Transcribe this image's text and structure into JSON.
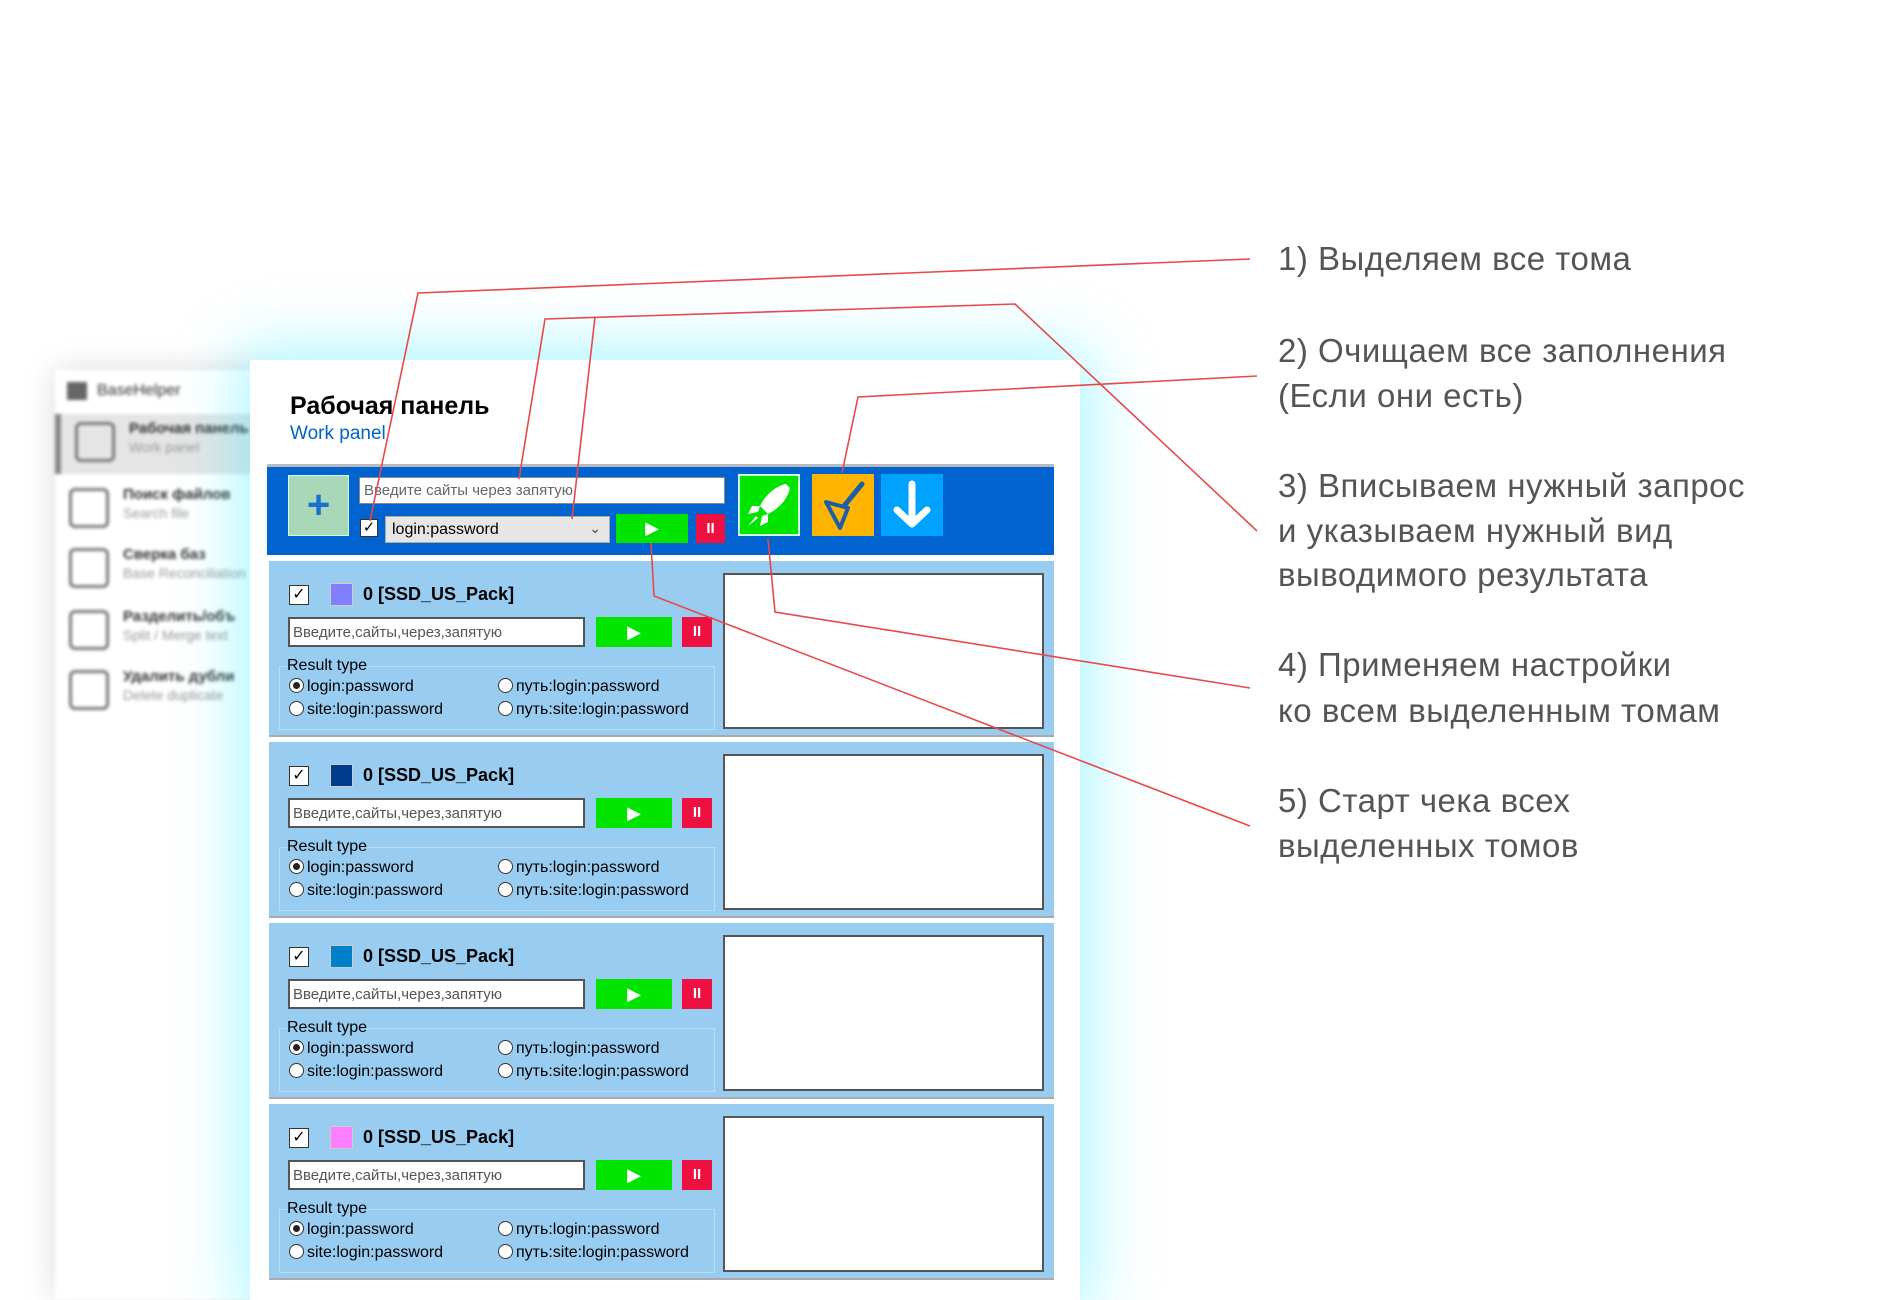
{
  "app": {
    "title": "BaseHelper"
  },
  "sidebar": {
    "items": [
      {
        "label": "Рабочая панель",
        "sub": "Work panel",
        "icon": "sliders-icon",
        "active": true
      },
      {
        "label": "Поиск файлов",
        "sub": "Search file",
        "icon": "search-icon"
      },
      {
        "label": "Сверка баз",
        "sub": "Base Reconciliation",
        "icon": "compare-icon"
      },
      {
        "label": "Разделить/объ",
        "sub": "Split / Merge text",
        "icon": "split-icon"
      },
      {
        "label": "Удалить дубли",
        "sub": "Delete duplicate",
        "icon": "delete-duplicate-icon"
      }
    ]
  },
  "header": {
    "title": "Рабочая панель",
    "subtitle": "Work panel"
  },
  "toolbar": {
    "add_label": "+",
    "sites_placeholder": "Введите сайты через запятую",
    "select_all_checked": true,
    "result_type": "login:password",
    "play_label": "▶",
    "pause_label": "II",
    "accent_colors": {
      "toolbar": "#0063d0",
      "play": "#00e400",
      "pause": "#ee1040",
      "rocket": "#00e400",
      "broom": "#ffb400",
      "download": "#00a2ff"
    }
  },
  "volumes": [
    {
      "checked": true,
      "color": "#8080ff",
      "name": "0 [SSD_US_Pack]",
      "placeholder": "Введите,сайты,через,запятую",
      "result_label": "Result type",
      "selected": "login:password"
    },
    {
      "checked": true,
      "color": "#003c8c",
      "name": "0 [SSD_US_Pack]",
      "placeholder": "Введите,сайты,через,запятую",
      "result_label": "Result type",
      "selected": "login:password"
    },
    {
      "checked": true,
      "color": "#0080c8",
      "name": "0 [SSD_US_Pack]",
      "placeholder": "Введите,сайты,через,запятую",
      "result_label": "Result type",
      "selected": "login:password"
    },
    {
      "checked": true,
      "color": "#ff80ff",
      "name": "0 [SSD_US_Pack]",
      "placeholder": "Введите,сайты,через,запятую",
      "result_label": "Result type",
      "selected": "login:password"
    }
  ],
  "result_options": [
    "login:password",
    "site:login:password",
    "путь:login:password",
    "путь:site:login:password"
  ],
  "annotations": [
    [
      "1) Выделяем все тома"
    ],
    [
      "2) Очищаем все заполнения",
      "(Если они есть)"
    ],
    [
      "3) Вписываем нужный запрос",
      "и указываем нужный вид",
      "выводимого результата"
    ],
    [
      "4) Применяем настройки",
      "ко всем выделенным томам"
    ],
    [
      "5) Старт чека всех",
      "выделенных томов"
    ]
  ],
  "annotation_color": "#e84848"
}
